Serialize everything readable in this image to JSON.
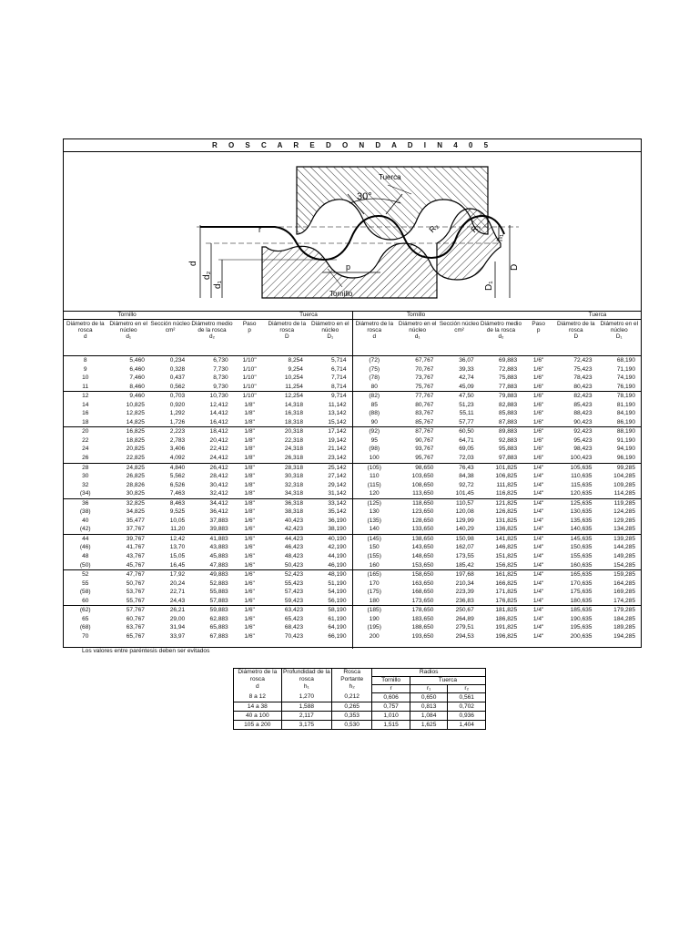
{
  "title": "R O S C A    R E D O N D A    D I N  4 0 5",
  "diagram": {
    "nut_label": "Tuerca",
    "screw_label": "Tornillo",
    "angle_label": "30°",
    "labels": {
      "d": "d",
      "d2": "d₂",
      "d1": "d₁",
      "D1": "D₁",
      "D": "D",
      "h1": "h₁",
      "p": "p",
      "r": "r",
      "R1": "R₁",
      "R2": "R₂"
    }
  },
  "group_headers": {
    "screw": "Tornillo",
    "nut": "Tuerca"
  },
  "column_headers": [
    {
      "key": "d",
      "label": "Diámetro de la rosca",
      "symbol": "d"
    },
    {
      "key": "d1",
      "label": "Diámetro en el núcleo",
      "symbol": "d₁"
    },
    {
      "key": "sec",
      "label": "Sección núcleo",
      "symbol": "cm²"
    },
    {
      "key": "d2",
      "label": "Diámetro medio de la rosca",
      "symbol": "d₂"
    },
    {
      "key": "p",
      "label": "Paso",
      "symbol": "p"
    },
    {
      "key": "D",
      "label": "Diámetro de la rosca",
      "symbol": "D"
    },
    {
      "key": "D1",
      "label": "Diámetro en el núcleo",
      "symbol": "D₁"
    }
  ],
  "left_rows": [
    [
      "8",
      "5,460",
      "0,234",
      "6,730",
      "1/10\"",
      "8,254",
      "5,714"
    ],
    [
      "9",
      "6,460",
      "0,328",
      "7,730",
      "1/10\"",
      "9,254",
      "6,714"
    ],
    [
      "10",
      "7,460",
      "0,437",
      "8,730",
      "1/10\"",
      "10,254",
      "7,714"
    ],
    [
      "11",
      "8,460",
      "0,562",
      "9,730",
      "1/10\"",
      "11,254",
      "8,714"
    ],
    [
      "12",
      "9,460",
      "0,703",
      "10,730",
      "1/10\"",
      "12,254",
      "9,714"
    ],
    [
      "14",
      "10,825",
      "0,920",
      "12,412",
      "1/8\"",
      "14,318",
      "11,142"
    ],
    [
      "16",
      "12,825",
      "1,292",
      "14,412",
      "1/8\"",
      "16,318",
      "13,142"
    ],
    [
      "18",
      "14,825",
      "1,726",
      "16,412",
      "1/8\"",
      "18,318",
      "15,142"
    ],
    [
      "20",
      "16,825",
      "2,223",
      "18,412",
      "1/8\"",
      "20,318",
      "17,142"
    ],
    [
      "22",
      "18,825",
      "2,783",
      "20,412",
      "1/8\"",
      "22,318",
      "19,142"
    ],
    [
      "24",
      "20,825",
      "3,406",
      "22,412",
      "1/8\"",
      "24,318",
      "21,142"
    ],
    [
      "26",
      "22,825",
      "4,092",
      "24,412",
      "1/8\"",
      "26,318",
      "23,142"
    ],
    [
      "28",
      "24,825",
      "4,840",
      "26,412",
      "1/8\"",
      "28,318",
      "25,142"
    ],
    [
      "30",
      "26,825",
      "5,562",
      "28,412",
      "1/8\"",
      "30,318",
      "27,142"
    ],
    [
      "32",
      "28,826",
      "6,526",
      "30,412",
      "1/8\"",
      "32,318",
      "29,142"
    ],
    [
      "(34)",
      "30,825",
      "7,463",
      "32,412",
      "1/8\"",
      "34,318",
      "31,142"
    ],
    [
      "36",
      "32,825",
      "8,463",
      "34,412",
      "1/8\"",
      "36,318",
      "33,142"
    ],
    [
      "(38)",
      "34,825",
      "9,525",
      "36,412",
      "1/8\"",
      "38,318",
      "35,142"
    ],
    [
      "40",
      "35,477",
      "10,05",
      "37,883",
      "1/6\"",
      "40,423",
      "36,190"
    ],
    [
      "(42)",
      "37,767",
      "11,20",
      "39,883",
      "1/6\"",
      "42,423",
      "38,190"
    ],
    [
      "44",
      "39,767",
      "12,42",
      "41,883",
      "1/6\"",
      "44,423",
      "40,190"
    ],
    [
      "(46)",
      "41,767",
      "13,70",
      "43,883",
      "1/6\"",
      "46,423",
      "42,190"
    ],
    [
      "48",
      "43,767",
      "15,05",
      "45,883",
      "1/6\"",
      "48,423",
      "44,190"
    ],
    [
      "(50)",
      "45,767",
      "16,45",
      "47,883",
      "1/6\"",
      "50,423",
      "46,190"
    ],
    [
      "52",
      "47,767",
      "17,92",
      "49,883",
      "1/6\"",
      "52,423",
      "48,190"
    ],
    [
      "55",
      "50,767",
      "20,24",
      "52,883",
      "1/6\"",
      "55,423",
      "51,190"
    ],
    [
      "(58)",
      "53,767",
      "22,71",
      "55,883",
      "1/6\"",
      "57,423",
      "54,190"
    ],
    [
      "60",
      "55,767",
      "24,43",
      "57,883",
      "1/6\"",
      "59,423",
      "56,190"
    ],
    [
      "(62)",
      "57,767",
      "26,21",
      "59,883",
      "1/6\"",
      "63,423",
      "58,190"
    ],
    [
      "65",
      "60,767",
      "29,00",
      "62,883",
      "1/6\"",
      "65,423",
      "61,190"
    ],
    [
      "(68)",
      "63,767",
      "31,94",
      "65,883",
      "1/6\"",
      "68,423",
      "64,190"
    ],
    [
      "70",
      "65,767",
      "33,97",
      "67,883",
      "1/6\"",
      "70,423",
      "66,190"
    ]
  ],
  "right_rows": [
    [
      "(72)",
      "67,767",
      "36,07",
      "69,883",
      "1/6\"",
      "72,423",
      "68,190"
    ],
    [
      "(75)",
      "70,767",
      "39,33",
      "72,883",
      "1/6\"",
      "75,423",
      "71,190"
    ],
    [
      "(78)",
      "73,767",
      "42,74",
      "75,883",
      "1/6\"",
      "78,423",
      "74,190"
    ],
    [
      "80",
      "75,767",
      "45,09",
      "77,883",
      "1/6\"",
      "80,423",
      "76,190"
    ],
    [
      "(82)",
      "77,767",
      "47,50",
      "79,883",
      "1/6\"",
      "82,423",
      "78,190"
    ],
    [
      "85",
      "80,767",
      "51,23",
      "82,883",
      "1/6\"",
      "85,423",
      "81,190"
    ],
    [
      "(88)",
      "83,767",
      "55,11",
      "85,883",
      "1/6\"",
      "88,423",
      "84,190"
    ],
    [
      "90",
      "85,767",
      "57,77",
      "87,883",
      "1/6\"",
      "90,423",
      "86,190"
    ],
    [
      "(92)",
      "87,767",
      "60,50",
      "89,883",
      "1/6\"",
      "92,423",
      "88,190"
    ],
    [
      "95",
      "90,767",
      "64,71",
      "92,883",
      "1/6\"",
      "95,423",
      "91,190"
    ],
    [
      "(98)",
      "93,767",
      "69,05",
      "95,883",
      "1/6\"",
      "98,423",
      "94,190"
    ],
    [
      "100",
      "95,767",
      "72,03",
      "97,883",
      "1/6\"",
      "100,423",
      "96,190"
    ],
    [
      "(105)",
      "98,650",
      "76,43",
      "101,825",
      "1/4\"",
      "105,635",
      "99,285"
    ],
    [
      "110",
      "103,650",
      "84,38",
      "106,825",
      "1/4\"",
      "110,635",
      "104,285"
    ],
    [
      "(115)",
      "108,650",
      "92,72",
      "111,825",
      "1/4\"",
      "115,635",
      "109,285"
    ],
    [
      "120",
      "113,650",
      "101,45",
      "116,825",
      "1/4\"",
      "120,635",
      "114,285"
    ],
    [
      "(125)",
      "118,650",
      "110,57",
      "121,825",
      "1/4\"",
      "125,635",
      "119,285"
    ],
    [
      "130",
      "123,650",
      "120,08",
      "126,825",
      "1/4\"",
      "130,635",
      "124,285"
    ],
    [
      "(135)",
      "128,650",
      "129,99",
      "131,825",
      "1/4\"",
      "135,635",
      "129,285"
    ],
    [
      "140",
      "133,650",
      "140,29",
      "136,825",
      "1/4\"",
      "140,635",
      "134,285"
    ],
    [
      "(145)",
      "138,650",
      "150,98",
      "141,825",
      "1/4\"",
      "145,635",
      "139,285"
    ],
    [
      "150",
      "143,650",
      "162,07",
      "146,825",
      "1/4\"",
      "150,635",
      "144,285"
    ],
    [
      "(155)",
      "148,650",
      "173,55",
      "151,825",
      "1/4\"",
      "155,635",
      "149,285"
    ],
    [
      "160",
      "153,650",
      "185,42",
      "156,825",
      "1/4\"",
      "160,635",
      "154,285"
    ],
    [
      "(165)",
      "158,650",
      "197,68",
      "161,825",
      "1/4\"",
      "165,635",
      "159,285"
    ],
    [
      "170",
      "163,650",
      "210,34",
      "166,825",
      "1/4\"",
      "170,635",
      "164,285"
    ],
    [
      "(175)",
      "168,650",
      "223,39",
      "171,825",
      "1/4\"",
      "175,635",
      "169,285"
    ],
    [
      "180",
      "173,650",
      "236,83",
      "176,825",
      "1/4\"",
      "180,635",
      "174,285"
    ],
    [
      "(185)",
      "178,650",
      "250,67",
      "181,825",
      "1/4\"",
      "185,635",
      "179,285"
    ],
    [
      "190",
      "183,650",
      "264,89",
      "186,825",
      "1/4\"",
      "190,635",
      "184,285"
    ],
    [
      "(195)",
      "188,650",
      "279,51",
      "191,825",
      "1/4\"",
      "195,635",
      "189,285"
    ],
    [
      "200",
      "193,650",
      "294,53",
      "196,825",
      "1/4\"",
      "200,635",
      "194,285"
    ]
  ],
  "footnote": "Los valores entre paréntesis deben ser evitados",
  "radii_table": {
    "headers": {
      "diam": "Diámetro de la rosca",
      "diam_sym": "d",
      "prof": "Profundidad de la rosca",
      "prof_sym": "h₁",
      "portante": "Rosca Portante",
      "portante_sym": "h₂",
      "radios": "Radios",
      "tornillo": "Tornillo",
      "tuerca": "Tuerca",
      "r": "r",
      "r1": "r₁",
      "r2": "r₂"
    },
    "rows": [
      [
        "8 a 12",
        "1,270",
        "0,212",
        "0,606",
        "0,650",
        "0,561"
      ],
      [
        "14 a 38",
        "1,588",
        "0,265",
        "0,757",
        "0,813",
        "0,702"
      ],
      [
        "40 a 100",
        "2,117",
        "0,353",
        "1,010",
        "1,084",
        "0,936"
      ],
      [
        "105 a 200",
        "3,175",
        "0,530",
        "1,515",
        "1,625",
        "1,404"
      ]
    ]
  }
}
